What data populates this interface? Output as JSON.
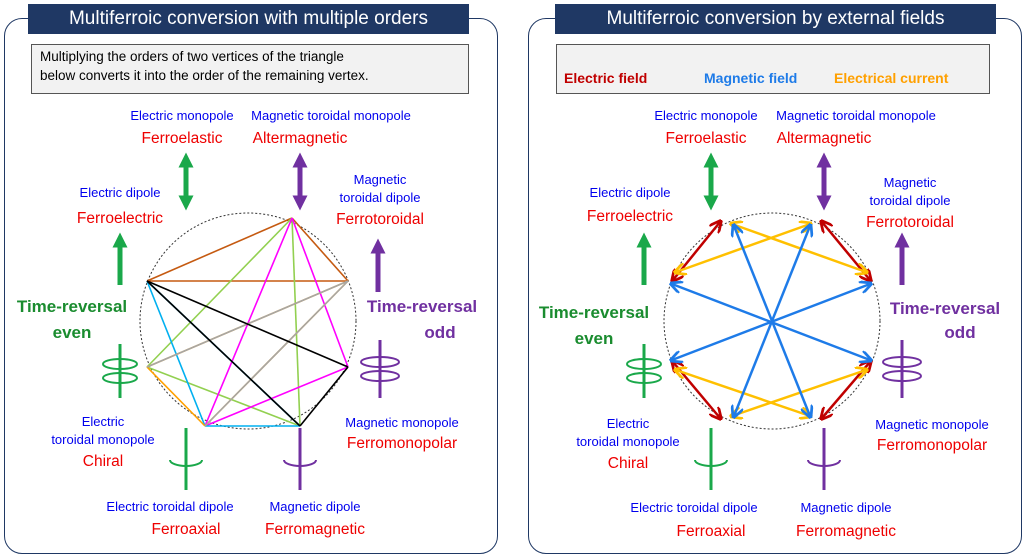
{
  "left_panel": {
    "title": "Multiferroic conversion with multiple orders",
    "note_line1": "Multiplying the orders of two vertices of the triangle",
    "note_line2": "below converts it into the order of the remaining vertex."
  },
  "right_panel": {
    "title": "Multiferroic conversion by external fields",
    "legend": {
      "electric_field": "Electric field",
      "magnetic_field": "Magnetic field",
      "electrical_current": "Electrical current"
    }
  },
  "orders": {
    "ferroelastic": {
      "multipole": "Electric monopole",
      "order": "Ferroelastic"
    },
    "altermagnetic": {
      "multipole": "Magnetic toroidal monopole",
      "order": "Altermagnetic"
    },
    "ferroelectric": {
      "multipole": "Electric dipole",
      "order": "Ferroelectric"
    },
    "ferrotoroidal": {
      "multipole_line1": "Magnetic",
      "multipole_line2": "toroidal dipole",
      "order": "Ferrotoroidal"
    },
    "chiral": {
      "multipole_line1": "Electric",
      "multipole_line2": "toroidal monopole",
      "order": "Chiral"
    },
    "ferromonopolar": {
      "multipole": "Magnetic monopole",
      "order": "Ferromonopolar"
    },
    "ferroaxial": {
      "multipole": "Electric toroidal dipole",
      "order": "Ferroaxial"
    },
    "ferromagnetic": {
      "multipole": "Magnetic dipole",
      "order": "Ferromagnetic"
    }
  },
  "time_reversal": {
    "even_line1": "Time-reversal",
    "even_line2": "even",
    "odd_line1": "Time-reversal",
    "odd_line2": "odd"
  },
  "colors": {
    "navy": "#1f3864",
    "electric_field": "#c00000",
    "magnetic_field": "#1e7be8",
    "electrical_current": "#ffc000",
    "even": "#1aa84a",
    "odd": "#7030a0",
    "multipole_text": "#0000ee",
    "order_text": "#ee0000"
  }
}
